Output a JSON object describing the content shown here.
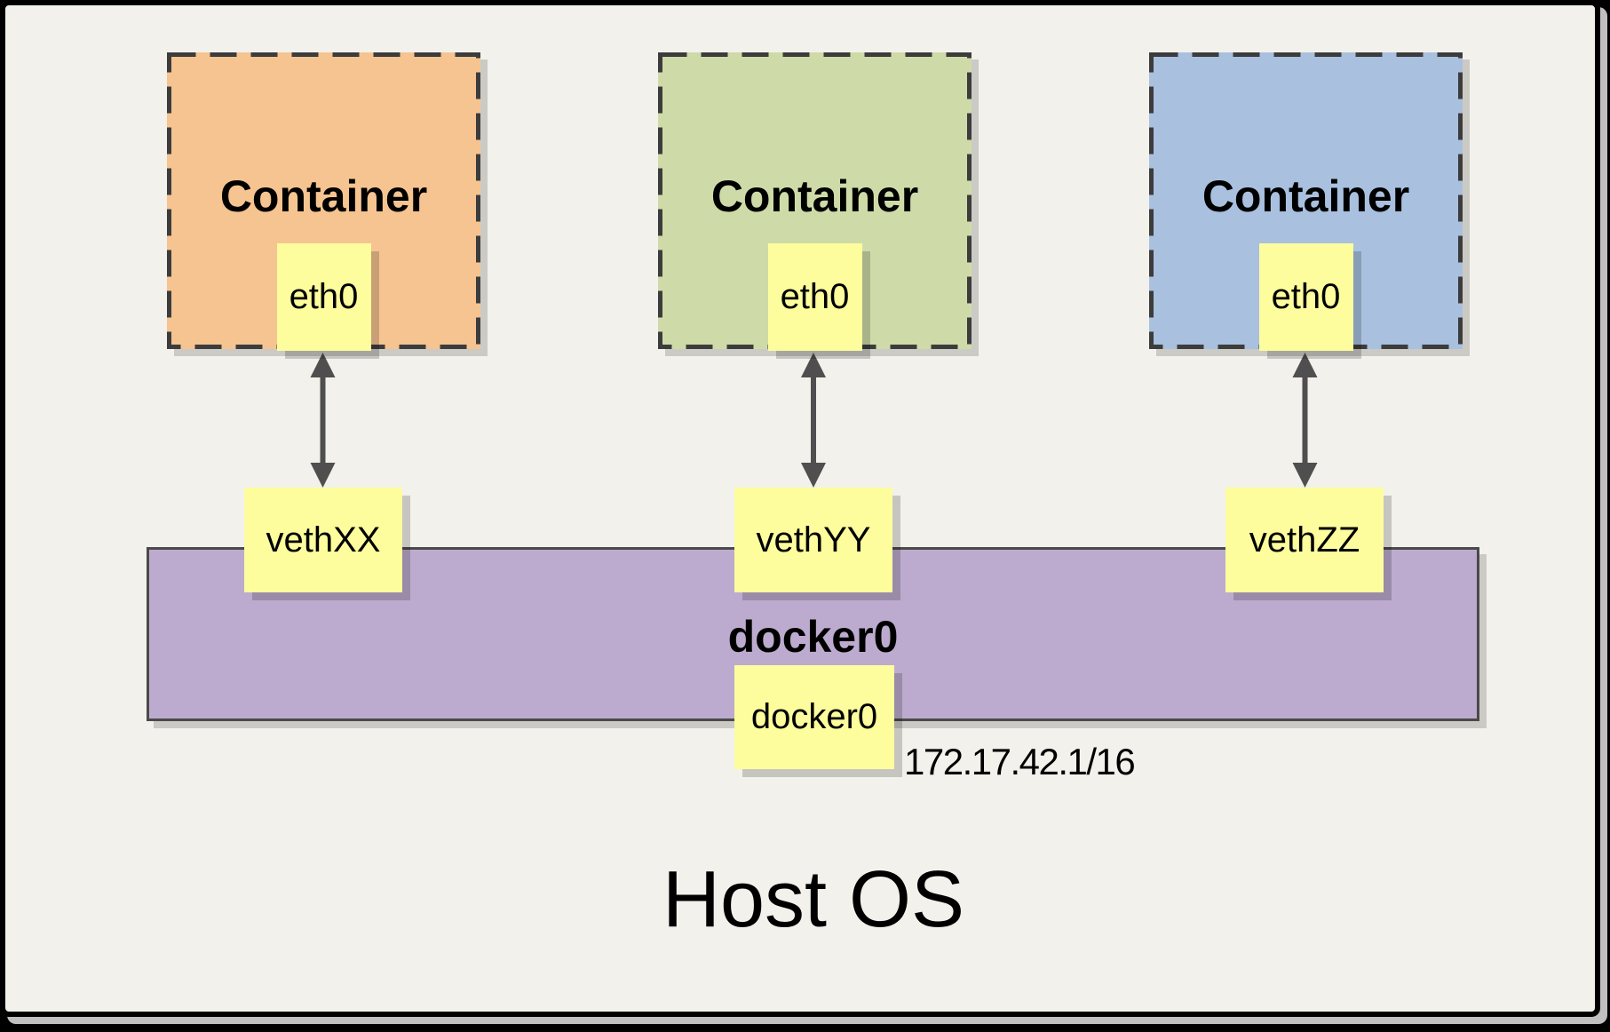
{
  "containers": [
    {
      "label": "Container",
      "interface_label": "eth0",
      "fill": "#F6C490"
    },
    {
      "label": "Container",
      "interface_label": "eth0",
      "fill": "#CEDBA8"
    },
    {
      "label": "Container",
      "interface_label": "eth0",
      "fill": "#A9C0DF"
    }
  ],
  "veth_interfaces": [
    {
      "label": "vethXX"
    },
    {
      "label": "vethYY"
    },
    {
      "label": "vethZZ"
    }
  ],
  "bridge": {
    "label": "docker0",
    "interface_label": "docker0",
    "ip_address": "172.17.42.1/16",
    "fill": "#BCABCE"
  },
  "host": {
    "label": "Host OS"
  },
  "style": {
    "background": "#F3F1EB",
    "frame_border": "#000000",
    "interface_box_fill": "#FDFD9D",
    "dash_color": "#3C3C3C",
    "arrow_color": "#4F4F4F",
    "bridge_border": "#4A4A4A"
  }
}
